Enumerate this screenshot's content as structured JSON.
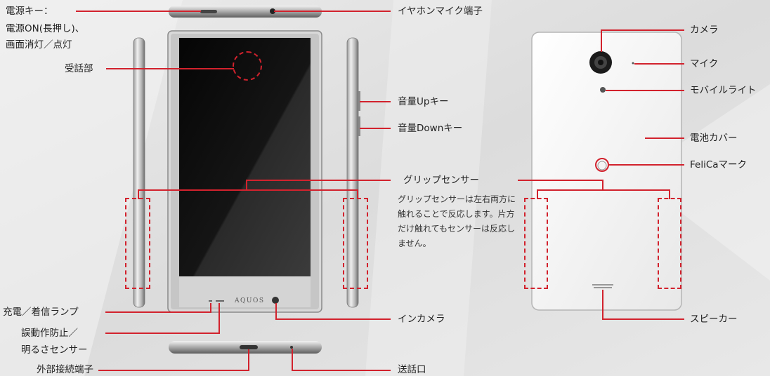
{
  "labels": {
    "power_key": "電源キー：",
    "power_key_desc1": "電源ON(長押し)、",
    "power_key_desc2": "画面消灯／点灯",
    "receiver": "受話部",
    "earphone_jack": "イヤホンマイク端子",
    "volume_up": "音量Upキー",
    "volume_down": "音量Downキー",
    "grip_sensor": "グリップセンサー",
    "grip_sensor_desc": "グリップセンサーは左右両方に触れることで反応します。片方だけ触れてもセンサーは反応しません。",
    "charge_lamp": "充電／着信ランプ",
    "prox_sensor1": "誤動作防止／",
    "prox_sensor2": "明るさセンサー",
    "external_port": "外部接続端子",
    "in_camera": "インカメラ",
    "mouthpiece": "送話口",
    "camera": "カメラ",
    "mic": "マイク",
    "mobile_light": "モバイルライト",
    "battery_cover": "電池カバー",
    "felica_mark": "FeliCaマーク",
    "speaker": "スピーカー",
    "brand": "AQUOS"
  },
  "colors": {
    "leader_line": "#d2222d",
    "screen": "#111111",
    "body_silver": "#c8c8c8",
    "back_white": "#f4f4f4"
  }
}
